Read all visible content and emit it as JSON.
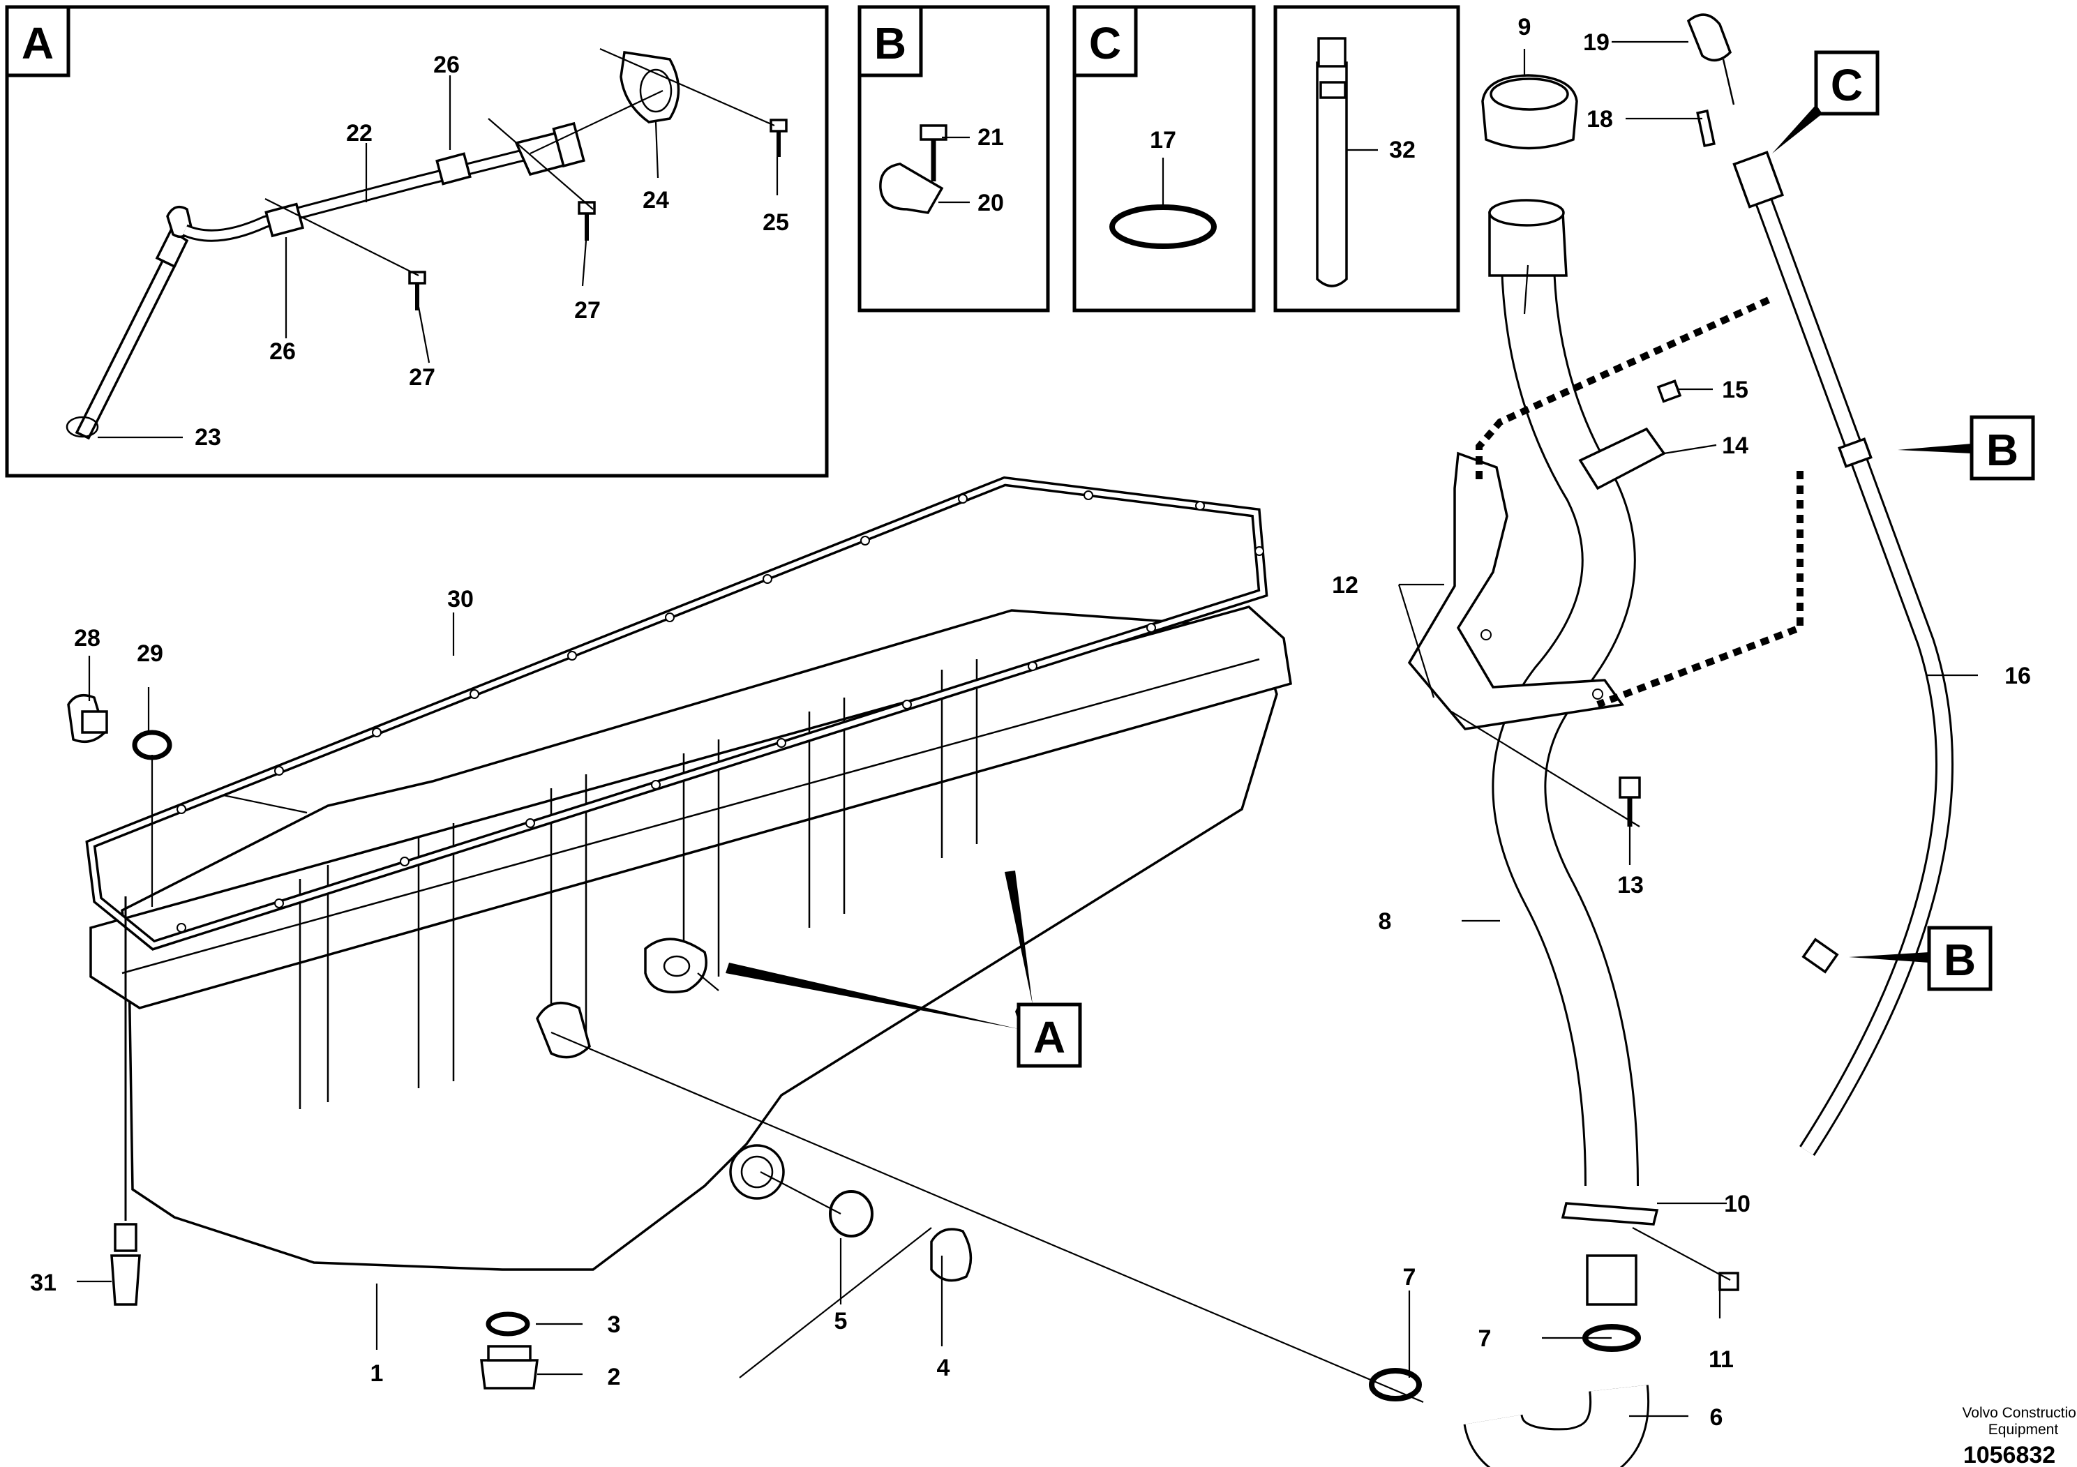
{
  "insets": {
    "a": {
      "label": "A"
    },
    "b": {
      "label": "B"
    },
    "c": {
      "label": "C"
    },
    "tube": {
      "label": ""
    }
  },
  "section_tags": {
    "c_top": "C",
    "b_upper": "B",
    "b_lower": "B",
    "a_main": "A"
  },
  "callouts": {
    "n1": "1",
    "n2": "2",
    "n3": "3",
    "n4": "4",
    "n5": "5",
    "n6": "6",
    "n7a": "7",
    "n7b": "7",
    "n8": "8",
    "n9": "9",
    "n10": "10",
    "n11": "11",
    "n12": "12",
    "n13": "13",
    "n14": "14",
    "n15": "15",
    "n16": "16",
    "n17": "17",
    "n18": "18",
    "n19": "19",
    "n20": "20",
    "n21": "21",
    "n22": "22",
    "n23": "23",
    "n24": "24",
    "n25": "25",
    "n26a": "26",
    "n26b": "26",
    "n27a": "27",
    "n27b": "27",
    "n28": "28",
    "n29": "29",
    "n30": "30",
    "n31": "31",
    "n32": "32"
  },
  "footer": {
    "brand_line1": "Volvo Construction",
    "brand_line2": "Equipment",
    "drawing_number": "1056832"
  }
}
